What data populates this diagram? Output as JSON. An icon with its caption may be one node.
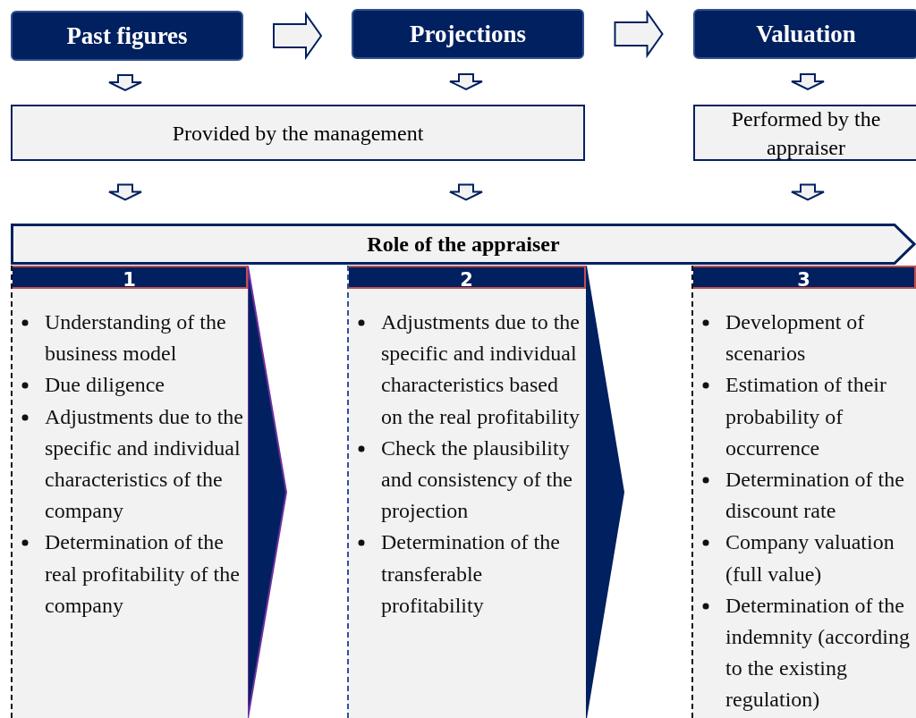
{
  "diagram": {
    "nodes": [
      {
        "text": [
          "Past figures"
        ]
      },
      {
        "text": [
          "Projections"
        ]
      },
      {
        "text": [
          "Valuation"
        ]
      },
      {
        "text": [
          "Provided by the management"
        ]
      },
      {
        "text": [
          "Performed by the appraiser"
        ]
      },
      {
        "text": [
          "Role of the appraiser"
        ]
      },
      {
        "text": [
          "1",
          "Understanding of the business model",
          "Due diligence",
          "Adjustments due to the specific and individual characteristics of the company",
          "Determination of the real profitability of the company"
        ]
      },
      {
        "text": [
          "2",
          "Adjustments due to the specific and individual characteristics based on the real profitability",
          "Check the plausibility and consistency of the projection",
          "Determination of the transferable profitability"
        ]
      },
      {
        "text": [
          "3",
          "Development of scenarios",
          "Estimation of their probability of occurrence",
          "Determination of the discount rate",
          "Company valuation (full value)",
          "Determination of the indemnity (according to the existing regulation)"
        ]
      }
    ],
    "edges": [
      {
        "from": 0,
        "to": 1,
        "arrow": "to"
      },
      {
        "from": 1,
        "to": 2,
        "arrow": "to"
      },
      {
        "from": 0,
        "to": 3,
        "arrow": "to"
      },
      {
        "from": 1,
        "to": 3,
        "arrow": "to"
      },
      {
        "from": 2,
        "to": 4,
        "arrow": "to"
      },
      {
        "from": 3,
        "to": 5,
        "arrow": "to"
      },
      {
        "from": 3,
        "to": 5,
        "arrow": "to"
      },
      {
        "from": 4,
        "to": 5,
        "arrow": "to"
      },
      {
        "from": 6,
        "to": 7,
        "arrow": "to"
      },
      {
        "from": 7,
        "to": 8,
        "arrow": "to"
      }
    ]
  }
}
